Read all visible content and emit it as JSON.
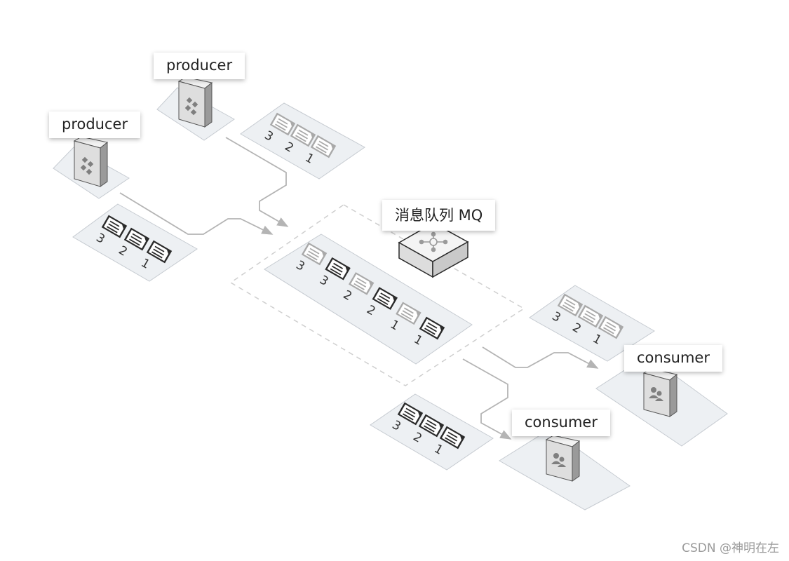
{
  "producers": [
    {
      "label": "producer",
      "messages": [
        "3",
        "2",
        "1"
      ],
      "style": "light"
    },
    {
      "label": "producer",
      "messages": [
        "3",
        "2",
        "1"
      ],
      "style": "dark"
    }
  ],
  "queue": {
    "label": "消息队列 MQ",
    "messages": [
      {
        "num": "3",
        "style": "light"
      },
      {
        "num": "3",
        "style": "dark"
      },
      {
        "num": "2",
        "style": "light"
      },
      {
        "num": "2",
        "style": "dark"
      },
      {
        "num": "1",
        "style": "light"
      },
      {
        "num": "1",
        "style": "dark"
      }
    ]
  },
  "consumers": [
    {
      "label": "consumer",
      "messages": [
        "3",
        "2",
        "1"
      ],
      "style": "light"
    },
    {
      "label": "consumer",
      "messages": [
        "3",
        "2",
        "1"
      ],
      "style": "dark"
    }
  ],
  "watermark": "CSDN @神明在左",
  "colors": {
    "platform_fill": "#edf0f3",
    "platform_stroke": "#c6cbd1",
    "arrow": "#b4b4b4",
    "dashed_region": "#cfcfcf",
    "server_front": "#dedede",
    "server_side": "#9a9a9a",
    "doc_dark": "#2b2b2b",
    "doc_light": "#a9a9a9"
  }
}
